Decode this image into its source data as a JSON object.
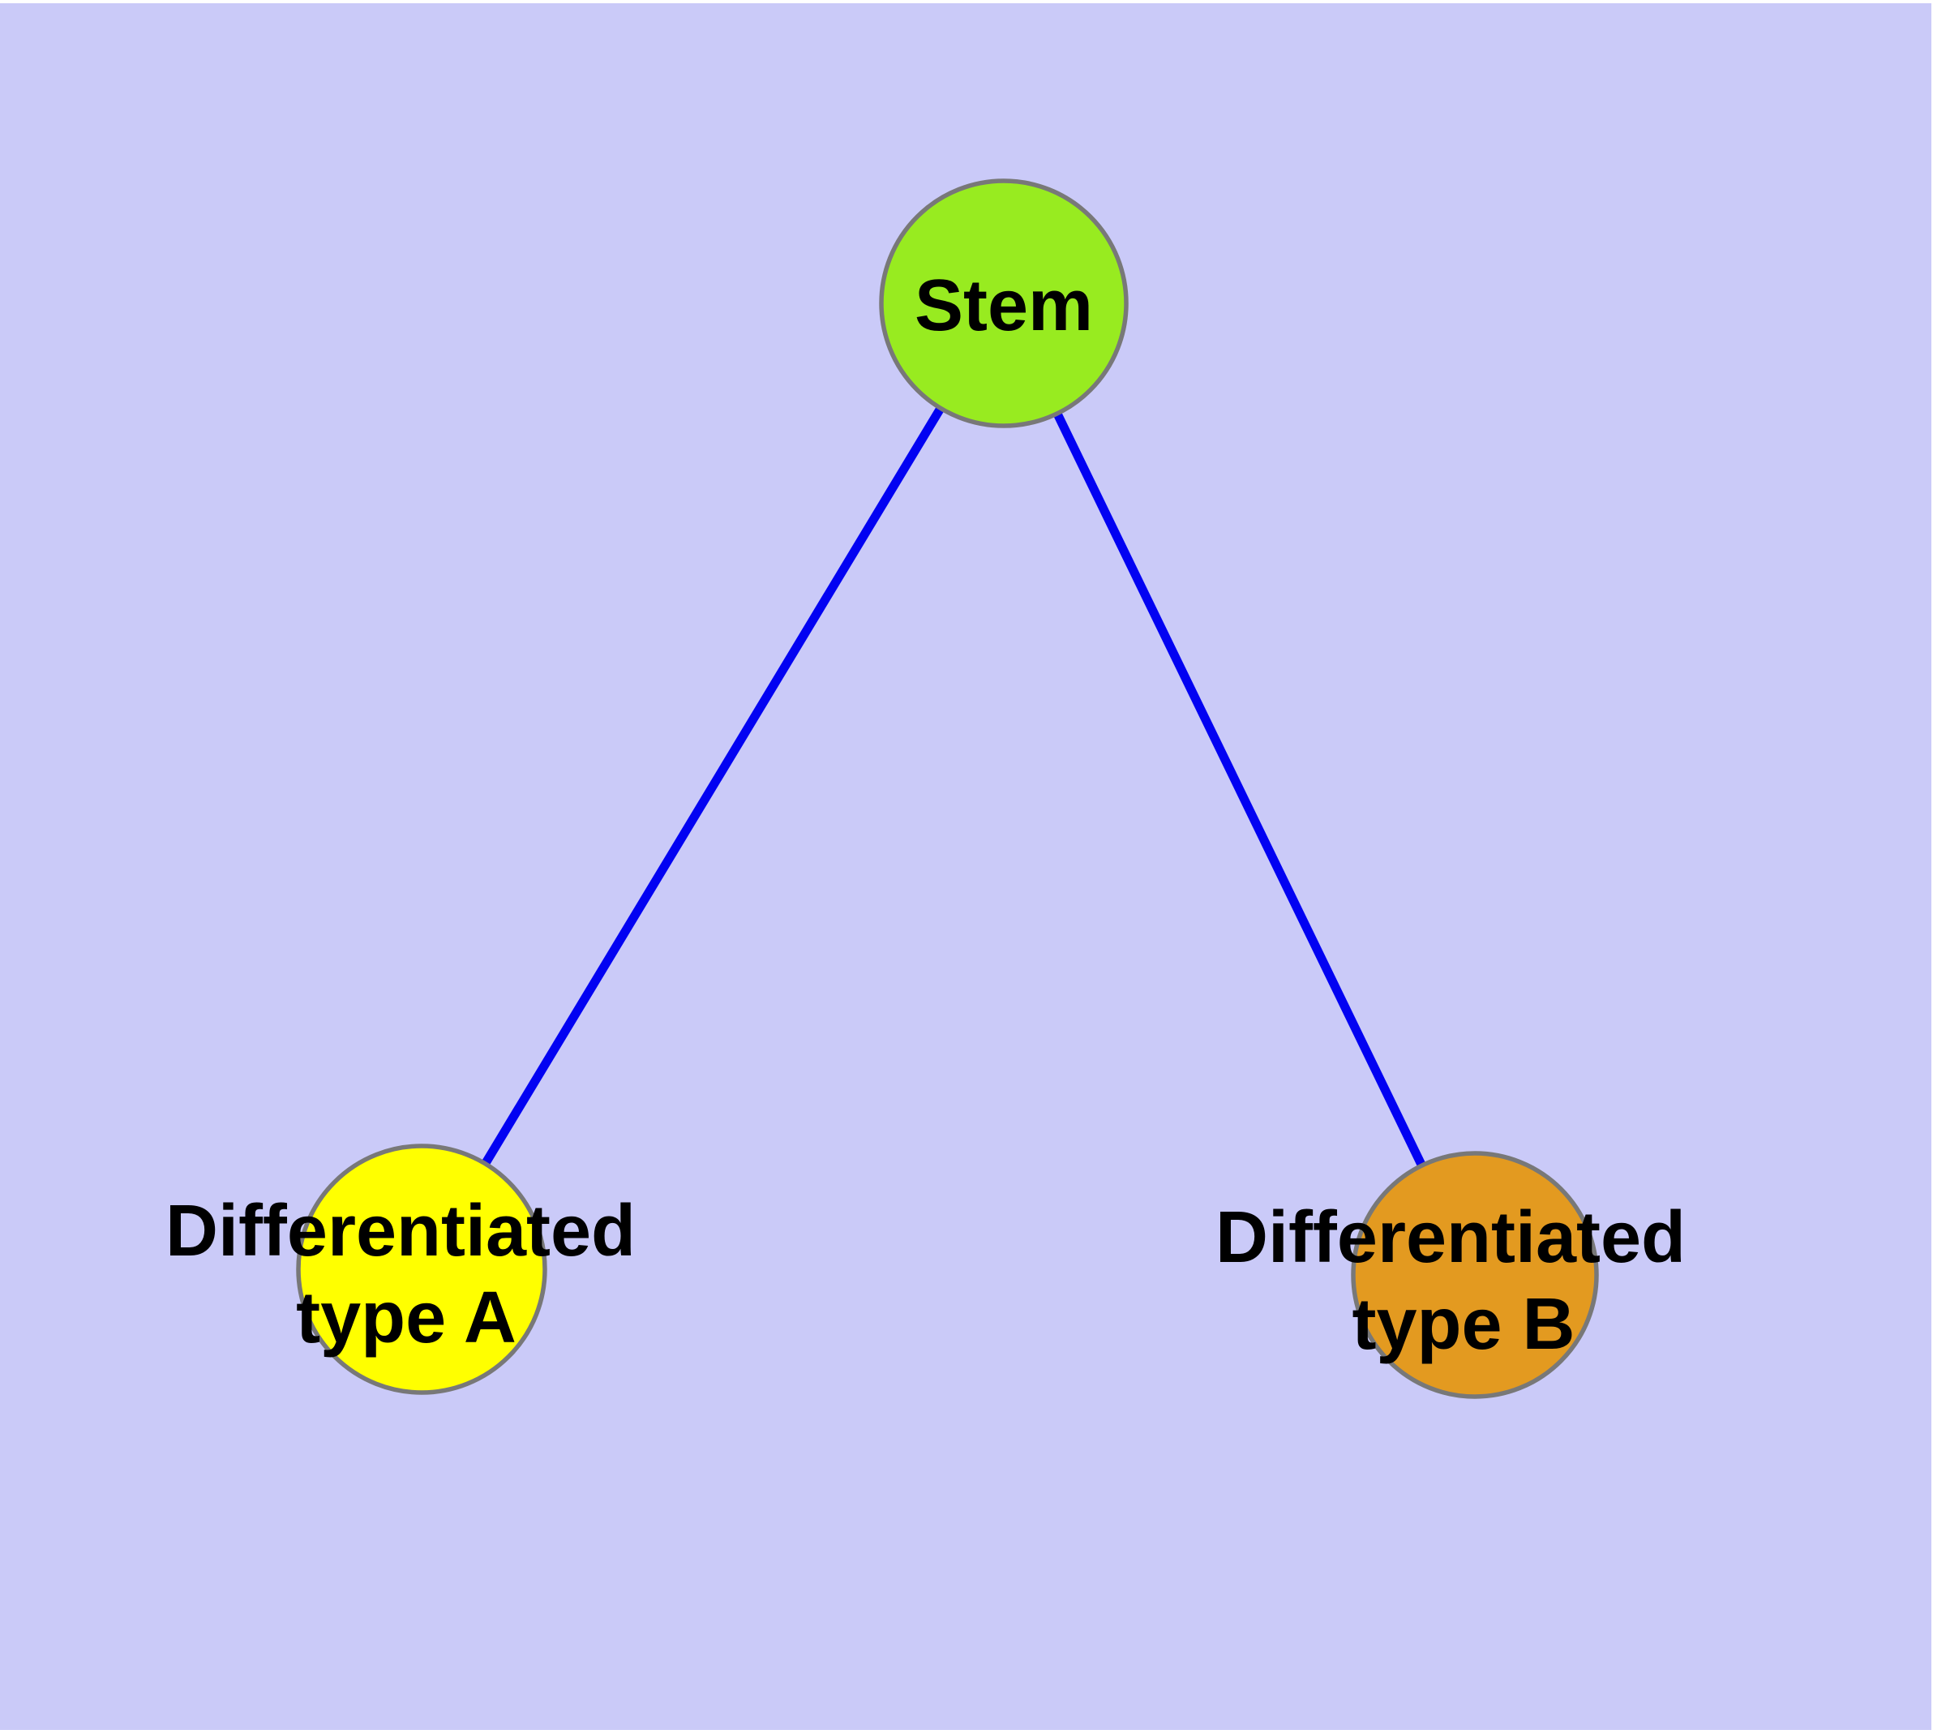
{
  "figure": {
    "type": "node-link-diagram",
    "background_color": "#CACAF8",
    "margin_color": "#FFFFFF",
    "edge_color": "#0202F2",
    "node_border_color": "#787878",
    "text_color": "#000000",
    "nodes": [
      {
        "id": "stem",
        "label": "Stem",
        "label_lines": [
          "Stem"
        ],
        "fill": "#98EB20"
      },
      {
        "id": "differentiated-type-a",
        "label": "Differentiated type A",
        "label_lines": [
          "Differentiated",
          "type A"
        ],
        "fill": "#FFFF00"
      },
      {
        "id": "differentiated-type-b",
        "label": "Differentiated type B",
        "label_lines": [
          "Differentiated",
          "type B"
        ],
        "fill": "#E39A20"
      }
    ],
    "edges": [
      {
        "from": "stem",
        "to": "differentiated-type-a"
      },
      {
        "from": "stem",
        "to": "differentiated-type-b"
      }
    ]
  }
}
